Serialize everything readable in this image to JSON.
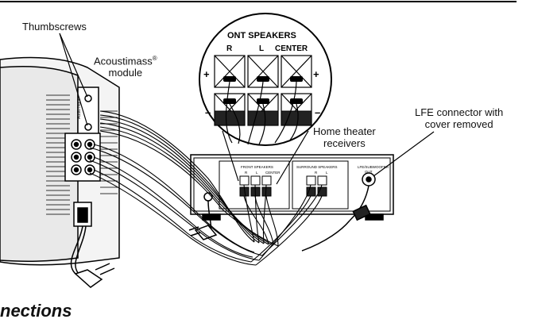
{
  "labels": {
    "thumbscrews": "Thumbscrews",
    "module_name": "Acoustimass",
    "module_reg": "®",
    "module_word": "module",
    "receivers_line1": "Home theater",
    "receivers_line2": "receivers",
    "lfe_line1": "LFE connector with",
    "lfe_line2": "cover removed",
    "section_heading": "nections"
  },
  "callout": {
    "heading": "ONT SPEAKERS",
    "channels": [
      "R",
      "L",
      "CENTER"
    ],
    "plus": "+",
    "minus": "–"
  },
  "receiver": {
    "front_label": "FRONT SPEAKERS",
    "front_channels": [
      "R",
      "L",
      "CENTER"
    ],
    "surround_label": "SURROUND SPEAKERS",
    "surround_channels": [
      "R",
      "L"
    ],
    "lfe_label": "LFE/SUBWOOFER",
    "lfe_sub": "OUT"
  },
  "module_panel": {
    "audio_input": "Audio Input"
  }
}
